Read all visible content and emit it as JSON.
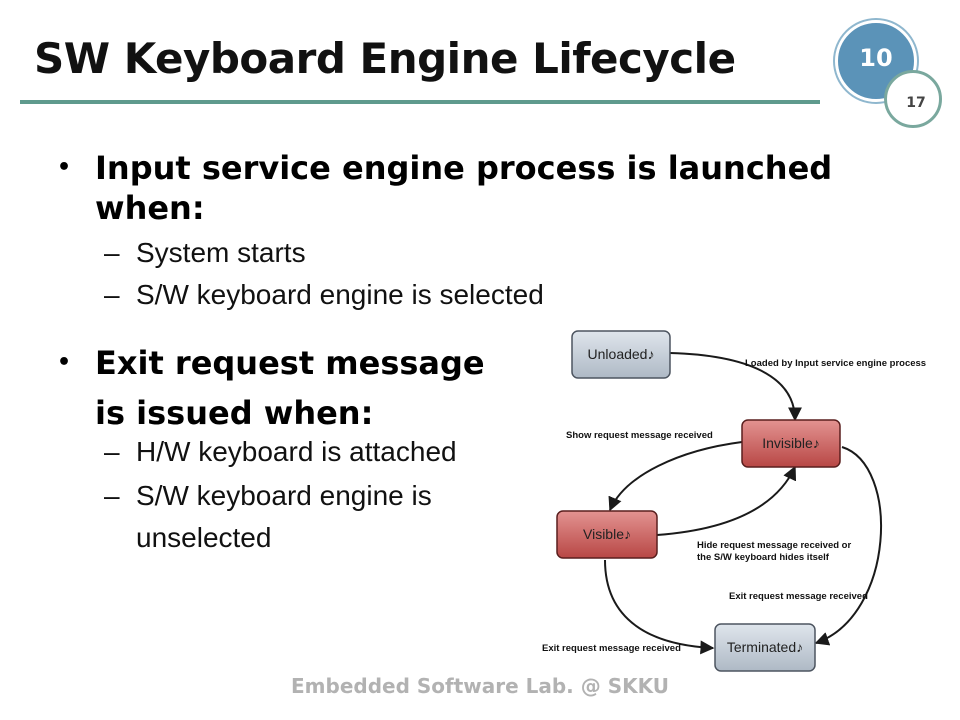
{
  "slide": {
    "title": "SW Keyboard Engine Lifecycle",
    "page_number": "10",
    "total_pages": "17",
    "footer": "Embedded Software Lab. @ SKKU"
  },
  "bullets": [
    {
      "text_line1": "Input service engine process is launched",
      "text_line2": "when:",
      "subitems": [
        "System starts",
        "S/W keyboard engine is selected"
      ]
    },
    {
      "text_line1": "Exit request message",
      "text_line2": "is issued when:",
      "subitems": [
        "H/W keyboard is attached",
        "S/W keyboard engine is",
        "unselected"
      ]
    }
  ],
  "dash": "–",
  "bullet_glyph": "•",
  "diagram": {
    "states": {
      "unloaded": "Unloaded",
      "invisible": "Invisible",
      "visible": "Visible",
      "terminated": "Terminated"
    },
    "state_marker": "♪",
    "edges": {
      "loaded": "Loaded by Input service engine process",
      "show": "Show request message received",
      "hide_line1": "Hide request message received or",
      "hide_line2": "the S/W keyboard hides itself",
      "exit_right": "Exit request message received",
      "exit_left": "Exit request message received"
    },
    "colors": {
      "unloaded_fill": "#c3ccd6",
      "active_fill": "#c9605f",
      "terminated_fill": "#c3ccd6"
    }
  }
}
